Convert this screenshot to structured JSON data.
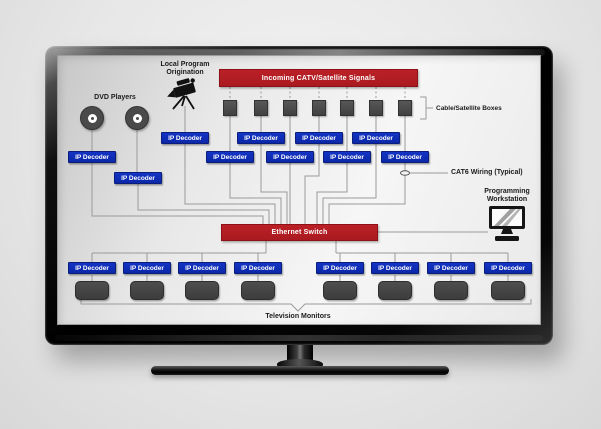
{
  "screen": {
    "incoming_bar": "Incoming CATV/Satellite Signals",
    "ethernet_switch": "Ethernet Switch",
    "ip_decoder": "IP Decoder",
    "labels": {
      "dvd_players": "DVD Players",
      "local_program_origination": "Local Program Origination",
      "cable_satellite_boxes": "Cable/Satellite Boxes",
      "cat6_wiring": "CAT6 Wiring (Typical)",
      "programming_workstation": "Programming Workstation",
      "television_monitors": "Television Monitors"
    },
    "counts": {
      "cable_satellite_boxes": 7,
      "dvd_players": 2,
      "ip_decoders": 18,
      "television_monitors": 8
    },
    "colors": {
      "signal_red": "#b21d24",
      "decoder_blue": "#0e2eb6",
      "device_gray": "#4a4a4a",
      "wire_gray": "#9a9a9a"
    }
  }
}
